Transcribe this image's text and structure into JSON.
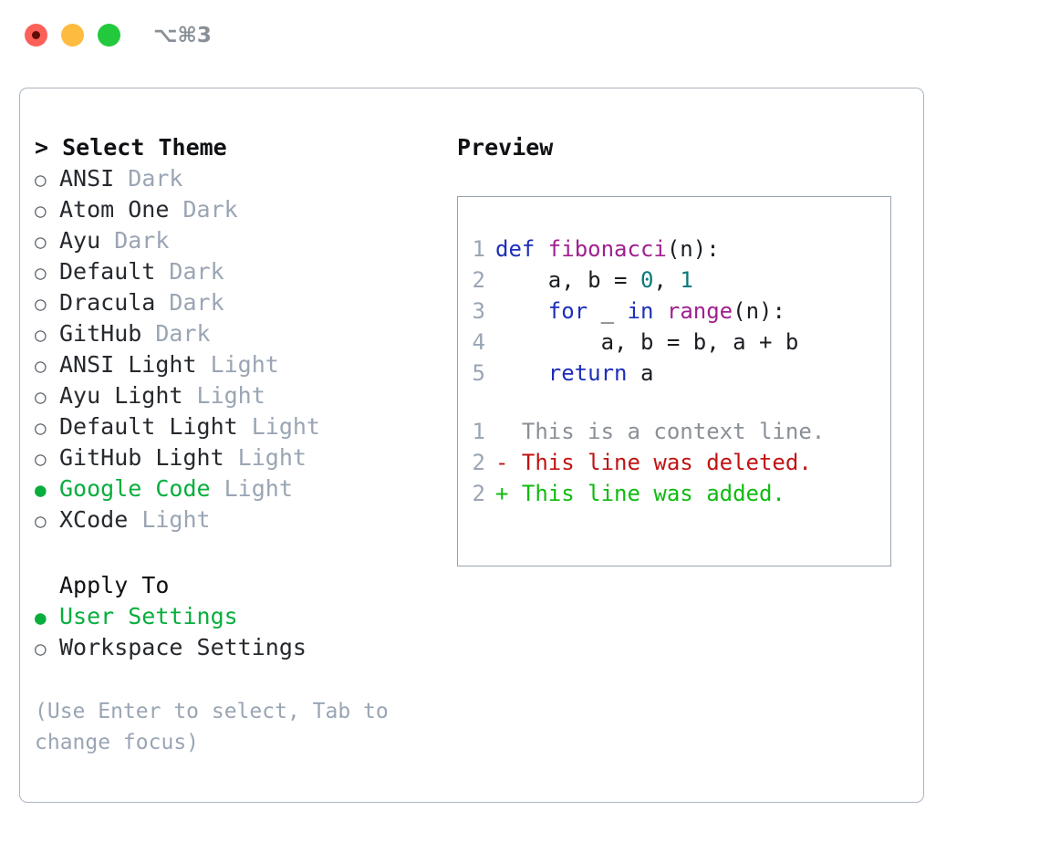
{
  "window": {
    "shortcut_label": "⌥⌘3",
    "traffic_lights": [
      {
        "name": "close",
        "color": "#fc6058"
      },
      {
        "name": "minimize",
        "color": "#fdbc40"
      },
      {
        "name": "maximize",
        "color": "#22c93c"
      }
    ]
  },
  "theme_picker": {
    "heading": "> Select Theme",
    "marker_unselected": "○",
    "marker_selected": "●",
    "selected_color": "#07ae3d",
    "items": [
      {
        "label": "ANSI",
        "badge": "Dark",
        "selected": false
      },
      {
        "label": "Atom One",
        "badge": "Dark",
        "selected": false
      },
      {
        "label": "Ayu",
        "badge": "Dark",
        "selected": false
      },
      {
        "label": "Default",
        "badge": "Dark",
        "selected": false
      },
      {
        "label": "Dracula",
        "badge": "Dark",
        "selected": false
      },
      {
        "label": "GitHub",
        "badge": "Dark",
        "selected": false
      },
      {
        "label": "ANSI Light",
        "badge": "Light",
        "selected": false
      },
      {
        "label": "Ayu Light",
        "badge": "Light",
        "selected": false
      },
      {
        "label": "Default Light",
        "badge": "Light",
        "selected": false
      },
      {
        "label": "GitHub Light",
        "badge": "Light",
        "selected": false
      },
      {
        "label": "Google Code",
        "badge": "Light",
        "selected": true
      },
      {
        "label": "XCode",
        "badge": "Light",
        "selected": false
      }
    ]
  },
  "apply_to": {
    "heading": "Apply To",
    "items": [
      {
        "label": "User Settings",
        "selected": true
      },
      {
        "label": "Workspace Settings",
        "selected": false
      }
    ]
  },
  "hint": "(Use Enter to select, Tab to change focus)",
  "preview": {
    "heading": "Preview",
    "code_lines": [
      {
        "number": "1",
        "tokens": [
          {
            "text": "def ",
            "kind": "kw"
          },
          {
            "text": "fibonacci",
            "kind": "fn"
          },
          {
            "text": "(n):",
            "kind": "pl"
          }
        ]
      },
      {
        "number": "2",
        "tokens": [
          {
            "text": "    a, b = ",
            "kind": "pl"
          },
          {
            "text": "0",
            "kind": "num"
          },
          {
            "text": ", ",
            "kind": "pl"
          },
          {
            "text": "1",
            "kind": "num"
          }
        ]
      },
      {
        "number": "3",
        "tokens": [
          {
            "text": "    ",
            "kind": "pl"
          },
          {
            "text": "for",
            "kind": "kw"
          },
          {
            "text": " _ ",
            "kind": "pl"
          },
          {
            "text": "in",
            "kind": "kw"
          },
          {
            "text": " ",
            "kind": "pl"
          },
          {
            "text": "range",
            "kind": "fn"
          },
          {
            "text": "(n):",
            "kind": "pl"
          }
        ]
      },
      {
        "number": "4",
        "tokens": [
          {
            "text": "        a, b = b, a + b",
            "kind": "pl"
          }
        ]
      },
      {
        "number": "5",
        "tokens": [
          {
            "text": "    ",
            "kind": "pl"
          },
          {
            "text": "return",
            "kind": "kw"
          },
          {
            "text": " a",
            "kind": "pl"
          }
        ]
      }
    ],
    "diff_lines": [
      {
        "number": "1",
        "text": "  This is a context line.",
        "kind": "ctx"
      },
      {
        "number": "2",
        "text": "- This line was deleted.",
        "kind": "del"
      },
      {
        "number": "2",
        "text": "+ This line was added.",
        "kind": "add"
      }
    ]
  }
}
